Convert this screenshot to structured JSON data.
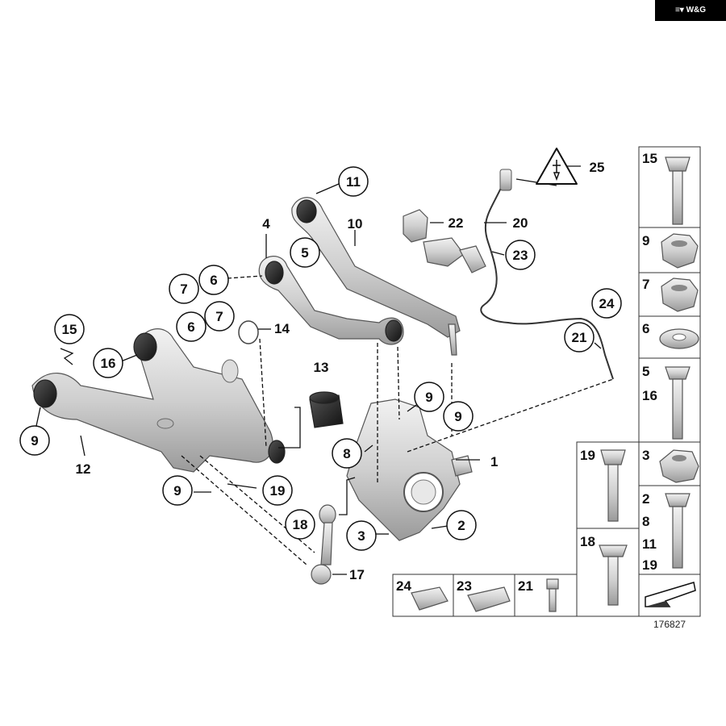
{
  "brand_badge": "W&G",
  "diagram_number": "176827",
  "callouts": {
    "c11": "11",
    "c10": "10",
    "c4": "4",
    "c5": "5",
    "c7a": "7",
    "c6a": "6",
    "c6b": "6",
    "c7b": "7",
    "c14": "14",
    "c15": "15",
    "c16": "16",
    "c9a": "9",
    "c12": "12",
    "c13": "13",
    "c9b": "9",
    "c9c": "9",
    "c8": "8",
    "c1": "1",
    "c9d": "9",
    "c19": "19",
    "c18": "18",
    "c3": "3",
    "c2": "2",
    "c17": "17",
    "c22": "22",
    "c20": "20",
    "c23": "23",
    "c25": "25",
    "c24": "24",
    "c21": "21"
  },
  "parts_table": {
    "col_right": [
      {
        "labels": [
          "15"
        ]
      },
      {
        "labels": [
          "9"
        ]
      },
      {
        "labels": [
          "7"
        ]
      },
      {
        "labels": [
          "6"
        ]
      },
      {
        "labels": [
          "5",
          "16"
        ]
      },
      {
        "labels": [
          "3"
        ]
      },
      {
        "labels": [
          "2",
          "8",
          "11",
          "19"
        ]
      }
    ],
    "col_left": [
      {
        "labels": [
          "19"
        ]
      },
      {
        "labels": [
          "18"
        ]
      }
    ],
    "bottom_row": [
      {
        "labels": [
          "24"
        ]
      },
      {
        "labels": [
          "23"
        ]
      },
      {
        "labels": [
          "21"
        ]
      }
    ]
  },
  "icons": [
    "warning-triangle-icon",
    "arrow-direction-icon"
  ]
}
